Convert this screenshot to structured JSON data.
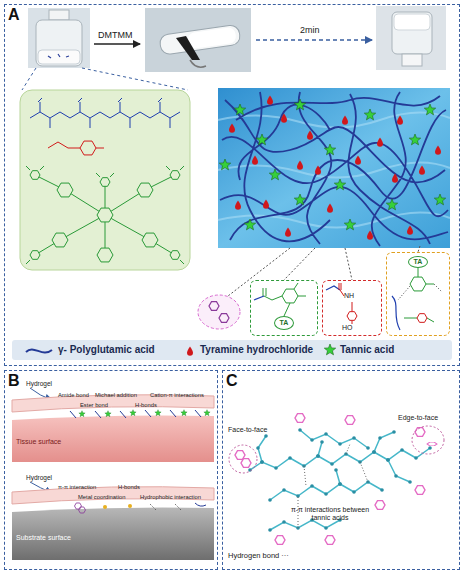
{
  "diagram": {
    "nodes": [
      {
        "text": [
          "A"
        ]
      },
      {
        "text": [
          "TA"
        ],
        "in": 0
      },
      {
        "text": [
          "NH",
          "HO"
        ],
        "in": 0
      },
      {
        "text": [
          "TA"
        ],
        "in": 0
      },
      {
        "text": [
          "B"
        ]
      },
      {
        "text": [
          "C"
        ]
      }
    ],
    "labels": [
      "DMTMM",
      "2min",
      "Hydrogel",
      "Amide bond",
      "Ester bond",
      "Michael addition",
      "H-bonds",
      "Cation-π interactions",
      "Tissue surface",
      "Hydrogel",
      "π-π interaction",
      "Metal coordination",
      "H-bonds",
      "Hydrophobic interaction",
      "Substrate surface",
      "Face-to-face",
      "Edge-to-face",
      "π-π interactions between tannic acids",
      "Hydrogen bond ···"
    ],
    "legend": [
      {
        "text": "γ- Polyglutamic acid"
      },
      {
        "text": "Tyramine hydrochloride"
      },
      {
        "text": "Tannic acid"
      }
    ]
  }
}
